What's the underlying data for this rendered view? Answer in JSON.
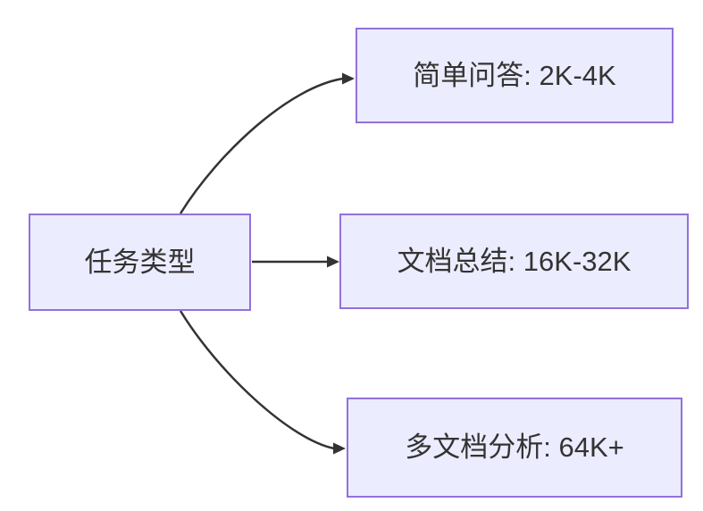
{
  "diagram": {
    "type": "flowchart-lr",
    "root": {
      "id": "task-type",
      "label": "任务类型"
    },
    "children": [
      {
        "id": "simple-qa",
        "label": "简单问答: 2K-4K"
      },
      {
        "id": "doc-summary",
        "label": "文档总结: 16K-32K"
      },
      {
        "id": "multi-doc-analysis",
        "label": "多文档分析: 64K+"
      }
    ],
    "edges": [
      {
        "from": "task-type",
        "to": "simple-qa"
      },
      {
        "from": "task-type",
        "to": "doc-summary"
      },
      {
        "from": "task-type",
        "to": "multi-doc-analysis"
      }
    ],
    "colors": {
      "node_fill": "#ECECFF",
      "node_border": "#9370DB",
      "edge": "#333333",
      "text": "#333333",
      "background": "#FFFFFF"
    }
  }
}
